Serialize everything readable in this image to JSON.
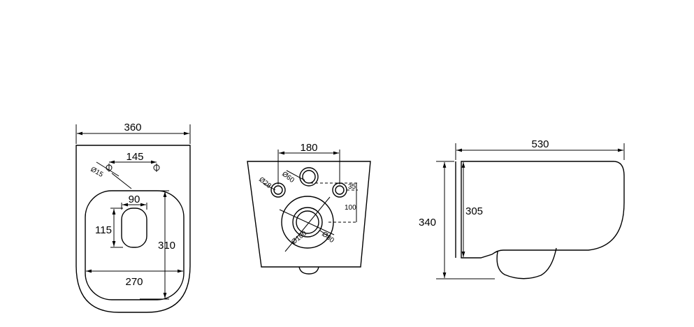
{
  "top_view": {
    "width_overall": "360",
    "hole_spacing": "145",
    "hole_diameter": "Ø15",
    "seat_width": "90",
    "seat_depth": "115",
    "inner_length": "310",
    "inner_width": "270"
  },
  "rear_view": {
    "pipe_spacing": "180",
    "bolt_hole_diameter": "Ø28",
    "inlet_diameter": "Ø60",
    "offset_small": "35",
    "offset_vertical": "100",
    "outlet_inner_diameter": "Ø80",
    "outlet_outer_diameter": "Ø100"
  },
  "side_view": {
    "length_overall": "530",
    "height_overall": "340",
    "height_wall": "305"
  }
}
